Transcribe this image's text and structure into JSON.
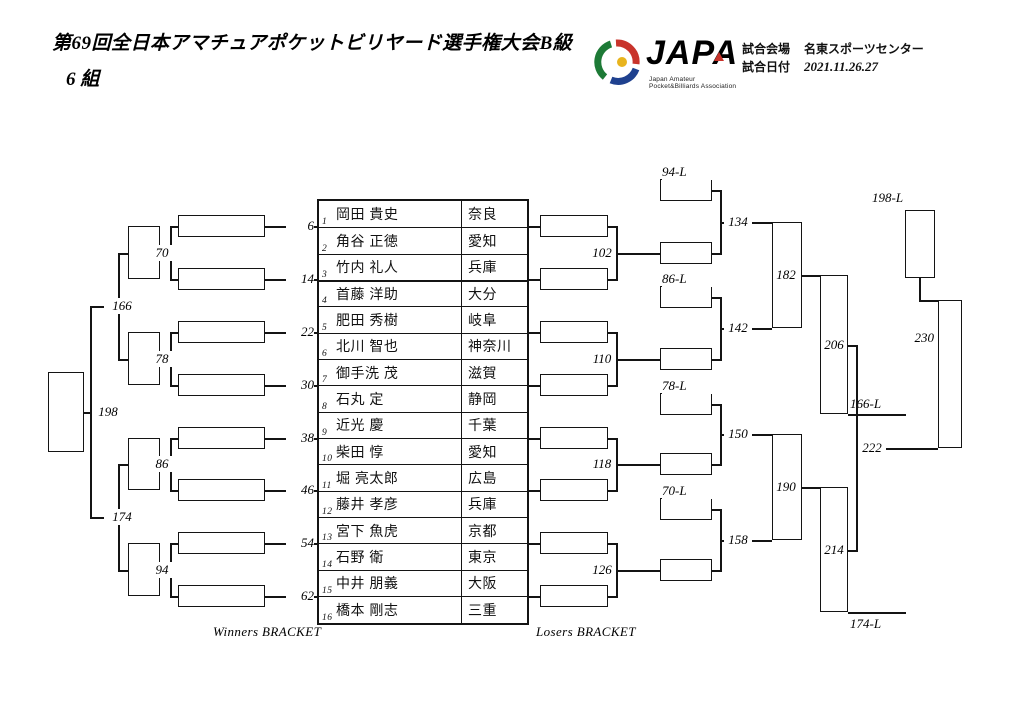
{
  "header": {
    "title": "第69回全日本アマチュアポケットビリヤード選手権大会B級",
    "group": "6 組",
    "logo": {
      "name": "JAPA",
      "tagline1": "Japan Amateur",
      "tagline2": "Pocket&Billiards Association"
    },
    "info": {
      "venue_label": "試合会場",
      "venue": "名東スポーツセンター",
      "date_label": "試合日付",
      "date": "2021.11.26.27"
    }
  },
  "players": [
    {
      "seed": "1",
      "name": "岡田 貴史",
      "pref": "奈良"
    },
    {
      "seed": "2",
      "name": "角谷 正徳",
      "pref": "愛知"
    },
    {
      "seed": "3",
      "name": "竹内 礼人",
      "pref": "兵庫"
    },
    {
      "seed": "4",
      "name": "首藤 洋助",
      "pref": "大分"
    },
    {
      "seed": "5",
      "name": "肥田 秀樹",
      "pref": "岐阜"
    },
    {
      "seed": "6",
      "name": "北川 智也",
      "pref": "神奈川"
    },
    {
      "seed": "7",
      "name": "御手洗 茂",
      "pref": "滋賀"
    },
    {
      "seed": "8",
      "name": "石丸 定",
      "pref": "静岡"
    },
    {
      "seed": "9",
      "name": "近光 慶",
      "pref": "千葉"
    },
    {
      "seed": "10",
      "name": "柴田 惇",
      "pref": "愛知"
    },
    {
      "seed": "11",
      "name": "堀 亮太郎",
      "pref": "広島"
    },
    {
      "seed": "12",
      "name": "藤井 孝彦",
      "pref": "兵庫"
    },
    {
      "seed": "13",
      "name": "宮下 魚虎",
      "pref": "京都"
    },
    {
      "seed": "14",
      "name": "石野 衛",
      "pref": "東京"
    },
    {
      "seed": "15",
      "name": "中井 朋義",
      "pref": "大阪"
    },
    {
      "seed": "16",
      "name": "橋本 剛志",
      "pref": "三重"
    }
  ],
  "winners": {
    "caption": "Winners BRACKET",
    "r1_labels": [
      "6",
      "14",
      "22",
      "30",
      "38",
      "46",
      "54",
      "62"
    ],
    "r2_labels": [
      "70",
      "78",
      "86",
      "94"
    ],
    "r3_labels": [
      "166",
      "174"
    ],
    "final_label": "198"
  },
  "losers": {
    "caption": "Losers BRACKET",
    "r1_labels": [
      "102",
      "110",
      "118",
      "126"
    ],
    "drop_labels": [
      "94-L",
      "86-L",
      "78-L",
      "70-L"
    ],
    "r2_labels": [
      "134",
      "142",
      "150",
      "158"
    ],
    "r3_labels": [
      "182",
      "190"
    ],
    "r4_labels": [
      "206",
      "214"
    ],
    "semi_drops": [
      "166-L",
      "174-L"
    ],
    "r5_label": "222",
    "final_drop": "198-L",
    "final_label": "230"
  },
  "colors": {
    "line": "#141414",
    "logo_red": "#c8332b",
    "logo_green": "#1d7a36",
    "logo_blue": "#1f418f",
    "logo_yellow": "#e8b41e"
  }
}
